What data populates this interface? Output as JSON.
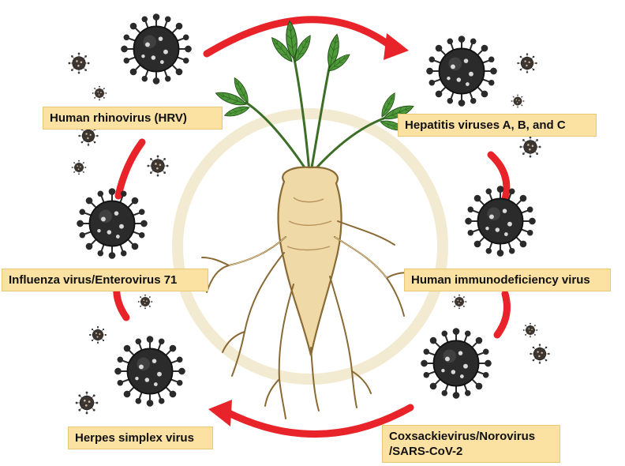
{
  "diagram": {
    "center_icon": "ginseng-root-icon",
    "virus_icon": "virus-particle-icon",
    "arrow_color": "#e8232a",
    "label_background": "#fbe2a3",
    "ring_color": "#f3ead2",
    "labels": {
      "hrv": "Human rhinovirus (HRV)",
      "hepatitis": "Hepatitis viruses A, B, and C",
      "influenza": "Influenza virus/Enterovirus 71",
      "hiv": "Human immunodeficiency virus",
      "herpes": "Herpes simplex virus",
      "coxsackie_line1": "Coxsackievirus/Norovirus",
      "coxsackie_line2": "/SARS-CoV-2"
    }
  }
}
